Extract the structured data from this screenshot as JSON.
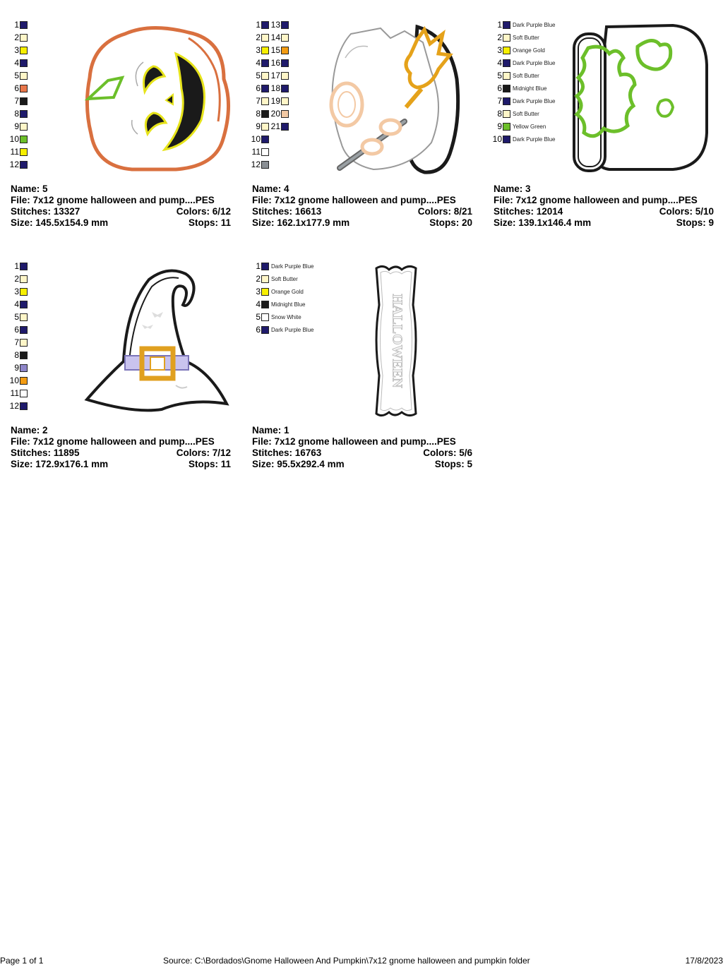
{
  "cards": [
    {
      "name_label": "Name: 5",
      "file_label": "File: 7x12 gnome halloween and pump....PES",
      "stitches_label": "Stitches: 13327",
      "colors_label": "Colors: 6/12",
      "size_label": "Size: 145.5x154.9 mm",
      "stops_label": "Stops: 11",
      "design_icon": "pumpkin-icon",
      "swatch_columns": [
        [
          {
            "n": "1",
            "color": "#1f1a6b"
          },
          {
            "n": "2",
            "color": "#fff6c8"
          },
          {
            "n": "3",
            "color": "#f7ef00"
          },
          {
            "n": "4",
            "color": "#1f1a6b"
          },
          {
            "n": "5",
            "color": "#fff6c8"
          },
          {
            "n": "6",
            "color": "#e8764a"
          },
          {
            "n": "7",
            "color": "#1a1a1a"
          },
          {
            "n": "8",
            "color": "#1f1a6b"
          },
          {
            "n": "9",
            "color": "#fff6c8"
          },
          {
            "n": "10",
            "color": "#6cbf2a"
          },
          {
            "n": "11",
            "color": "#f7ef00"
          },
          {
            "n": "12",
            "color": "#1f1a6b"
          }
        ]
      ]
    },
    {
      "name_label": "Name: 4",
      "file_label": "File: 7x12 gnome halloween and pump....PES",
      "stitches_label": "Stitches: 16613",
      "colors_label": "Colors: 8/21",
      "size_label": "Size: 162.1x177.9 mm",
      "stops_label": "Stops: 20",
      "design_icon": "gnome-with-wand-icon",
      "swatch_columns": [
        [
          {
            "n": "1",
            "color": "#1f1a6b"
          },
          {
            "n": "2",
            "color": "#fff6c8"
          },
          {
            "n": "3",
            "color": "#f7ef00"
          },
          {
            "n": "4",
            "color": "#1f1a6b"
          },
          {
            "n": "5",
            "color": "#fff6c8"
          },
          {
            "n": "6",
            "color": "#1f1a6b"
          },
          {
            "n": "7",
            "color": "#fff6c8"
          },
          {
            "n": "8",
            "color": "#1a1a1a"
          },
          {
            "n": "9",
            "color": "#fff6c8"
          },
          {
            "n": "10",
            "color": "#1f1a6b"
          },
          {
            "n": "11",
            "color": "#ffffff"
          },
          {
            "n": "12",
            "color": "#8a8f94"
          }
        ],
        [
          {
            "n": "13",
            "color": "#1f1a6b"
          },
          {
            "n": "14",
            "color": "#fff6c8"
          },
          {
            "n": "15",
            "color": "#f39c12"
          },
          {
            "n": "16",
            "color": "#1f1a6b"
          },
          {
            "n": "17",
            "color": "#fff6c8"
          },
          {
            "n": "18",
            "color": "#1f1a6b"
          },
          {
            "n": "19",
            "color": "#fff6c8"
          },
          {
            "n": "20",
            "color": "#f3c9a4"
          },
          {
            "n": "21",
            "color": "#1f1a6b"
          }
        ]
      ]
    },
    {
      "name_label": "Name: 3",
      "file_label": "File: 7x12 gnome halloween and pump....PES",
      "stitches_label": "Stitches: 12014",
      "colors_label": "Colors: 5/10",
      "size_label": "Size: 139.1x146.4 mm",
      "stops_label": "Stops: 9",
      "design_icon": "cauldron-icon",
      "swatch_columns": [
        [
          {
            "n": "1",
            "color": "#1f1a6b",
            "name": "Dark Purple Blue"
          },
          {
            "n": "2",
            "color": "#fff6c8",
            "name": "Soft Butter"
          },
          {
            "n": "3",
            "color": "#f7ef00",
            "name": "Orange Gold"
          },
          {
            "n": "4",
            "color": "#1f1a6b",
            "name": "Dark Purple Blue"
          },
          {
            "n": "5",
            "color": "#fff6c8",
            "name": "Soft Butter"
          },
          {
            "n": "6",
            "color": "#1a1a1a",
            "name": "Midnight Blue"
          },
          {
            "n": "7",
            "color": "#1f1a6b",
            "name": "Dark Purple Blue"
          },
          {
            "n": "8",
            "color": "#fff6c8",
            "name": "Soft Butter"
          },
          {
            "n": "9",
            "color": "#6cbf2a",
            "name": "Yellow Green"
          },
          {
            "n": "10",
            "color": "#1f1a6b",
            "name": "Dark Purple Blue"
          }
        ]
      ]
    },
    {
      "name_label": "Name: 2",
      "file_label": "File: 7x12 gnome halloween and pump....PES",
      "stitches_label": "Stitches: 11895",
      "colors_label": "Colors: 7/12",
      "size_label": "Size: 172.9x176.1 mm",
      "stops_label": "Stops: 11",
      "design_icon": "witch-hat-icon",
      "swatch_columns": [
        [
          {
            "n": "1",
            "color": "#1f1a6b"
          },
          {
            "n": "2",
            "color": "#fff6c8"
          },
          {
            "n": "3",
            "color": "#f7ef00"
          },
          {
            "n": "4",
            "color": "#1f1a6b"
          },
          {
            "n": "5",
            "color": "#fff6c8"
          },
          {
            "n": "6",
            "color": "#1f1a6b"
          },
          {
            "n": "7",
            "color": "#fff6c8"
          },
          {
            "n": "8",
            "color": "#1a1a1a"
          },
          {
            "n": "9",
            "color": "#8e86c9"
          },
          {
            "n": "10",
            "color": "#f39c12"
          },
          {
            "n": "11",
            "color": "#ffffff"
          },
          {
            "n": "12",
            "color": "#1f1a6b"
          }
        ]
      ]
    },
    {
      "name_label": "Name: 1",
      "file_label": "File: 7x12 gnome halloween and pump....PES",
      "stitches_label": "Stitches: 16763",
      "colors_label": "Colors: 5/6",
      "size_label": "Size: 95.5x292.4 mm",
      "stops_label": "Stops: 5",
      "design_icon": "halloween-banner-icon",
      "banner_text": "HALLOWEEN",
      "swatch_columns": [
        [
          {
            "n": "1",
            "color": "#1f1a6b",
            "name": "Dark Purple Blue"
          },
          {
            "n": "2",
            "color": "#fff6c8",
            "name": "Soft Butter"
          },
          {
            "n": "3",
            "color": "#f7ef00",
            "name": "Orange Gold"
          },
          {
            "n": "4",
            "color": "#1a1a1a",
            "name": "Midnight Blue"
          },
          {
            "n": "5",
            "color": "#ffffff",
            "name": "Snow White"
          },
          {
            "n": "6",
            "color": "#1f1a6b",
            "name": "Dark Purple Blue"
          }
        ]
      ]
    }
  ],
  "footer": {
    "page": "Page 1 of 1",
    "source": "Source: C:\\Bordados\\Gnome Halloween And Pumpkin\\7x12 gnome halloween and pumpkin folder",
    "date": "17/8/2023"
  }
}
